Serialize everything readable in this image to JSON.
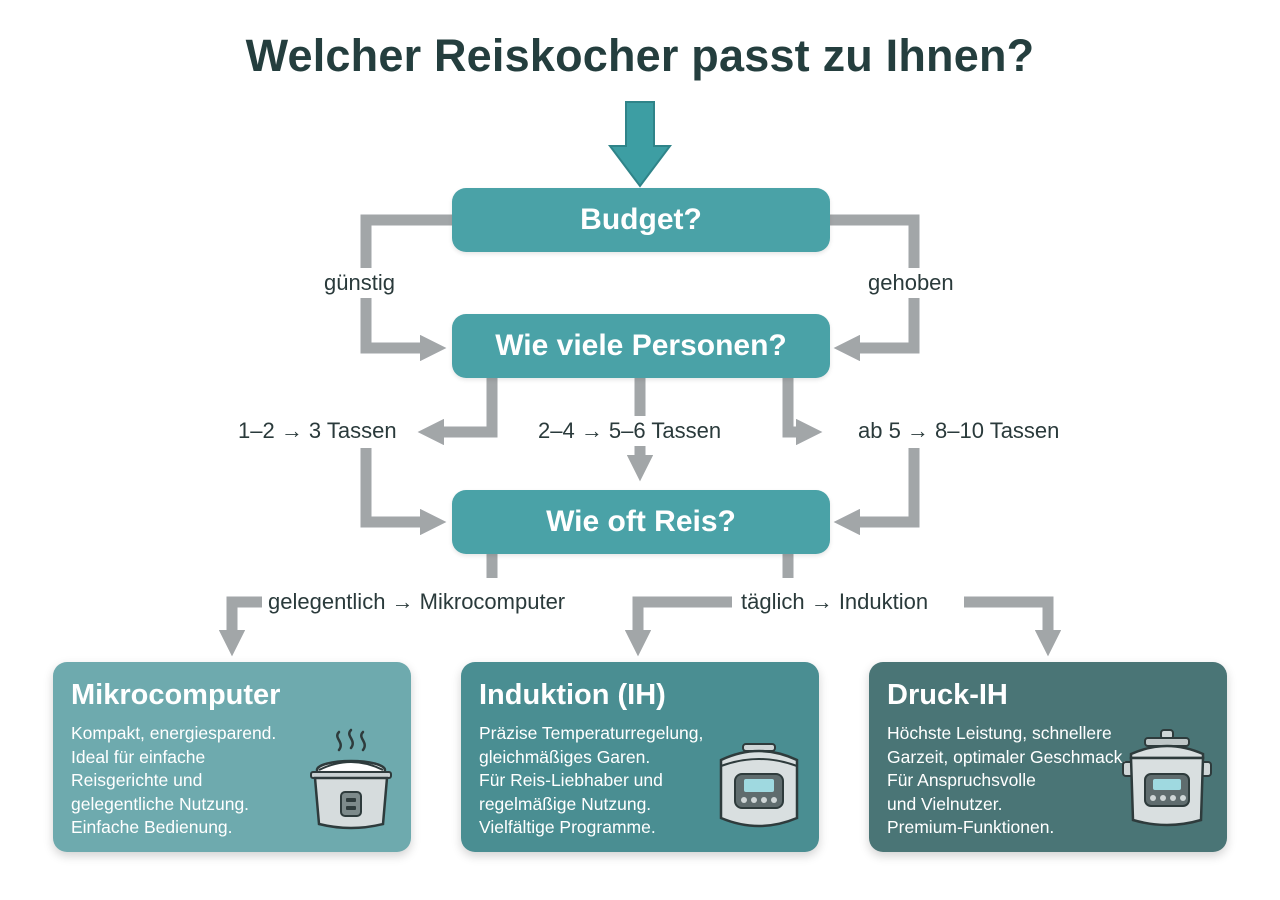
{
  "title": "Welcher Reiskocher passt zu Ihnen?",
  "colors": {
    "question_box": "#4aa2a7",
    "arrow_gray": "#a2a6a8",
    "start_arrow": "#3d9ea3",
    "card_micro": "#6eaaae",
    "card_ih": "#4a8e92",
    "card_pressure": "#4a7576"
  },
  "questions": {
    "budget": "Budget?",
    "persons": "Wie viele Personen?",
    "frequency": "Wie oft Reis?"
  },
  "branches": {
    "cheap": "günstig",
    "premium": "gehoben",
    "small": "1–2 → 3 Tassen",
    "medium": "2–4 → 5–6 Tassen",
    "large": "ab 5 → 8–10 Tassen",
    "occasional": "gelegentlich → Mikrocomputer",
    "daily": "täglich → Induktion"
  },
  "cards": [
    {
      "title": "Mikrocomputer",
      "lines": [
        "Kompakt, energiesparend.",
        "Ideal für einfache",
        "Reisgerichte und",
        "gelegentliche Nutzung.",
        "Einfache Bedienung."
      ],
      "icon": "steaming-rice-cooker-icon"
    },
    {
      "title": "Induktion (IH)",
      "lines": [
        "Präzise Temperaturregelung,",
        "gleichmäßiges Garen.",
        "Für Reis-Liebhaber und",
        "regelmäßige Nutzung.",
        "Vielfältige Programme."
      ],
      "icon": "digital-rice-cooker-icon"
    },
    {
      "title": "Druck-IH",
      "lines": [
        "Höchste Leistung, schnellere",
        "Garzeit, optimaler Geschmack.",
        "Für Anspruchsvolle",
        "und Vielnutzer.",
        "Premium-Funktionen."
      ],
      "icon": "pressure-rice-cooker-icon"
    }
  ]
}
